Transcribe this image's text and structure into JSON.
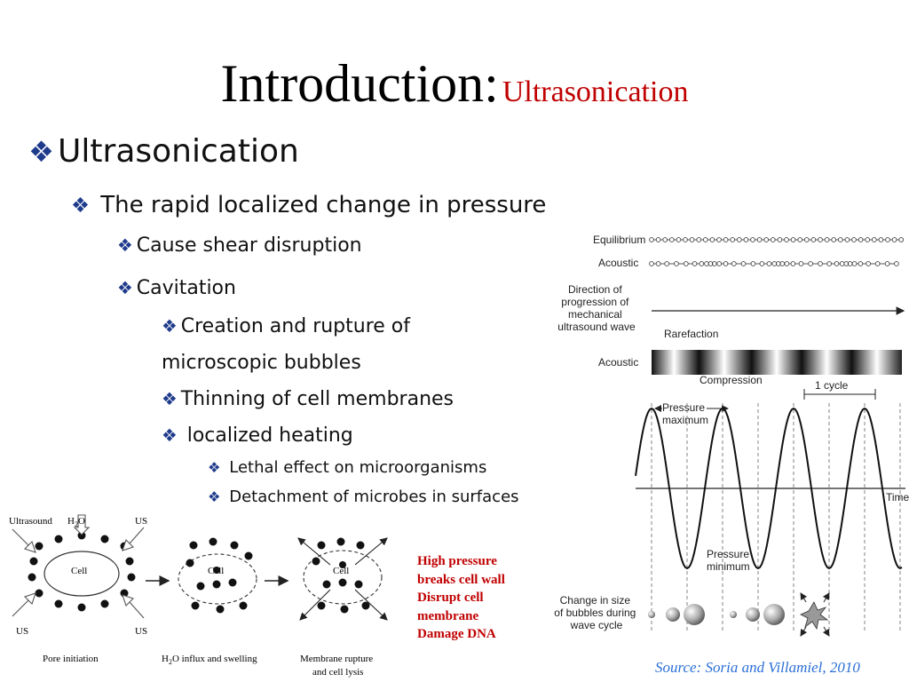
{
  "title": {
    "main": "Introduction:",
    "sub": "Ultrasonication"
  },
  "bullets": {
    "l1": "Ultrasonication",
    "l2": "The rapid localized change in pressure",
    "shear": "Cause shear disruption",
    "cavitation": "Cavitation",
    "creation_a": "Creation and rupture of",
    "creation_b": "microscopic bubbles",
    "thinning": "Thinning of cell membranes",
    "heating": "localized heating",
    "lethal": "Lethal effect on microorganisms",
    "detach": "Detachment of microbes in surfaces"
  },
  "cell_diagram": {
    "ultrasound": "Ultrasound",
    "h2o_top": "H",
    "h2o_sub": "2",
    "h2o_o": "O",
    "us": "US",
    "cell": "Cell",
    "pore": "Pore initiation",
    "influx_h": "H",
    "influx_sub": "2",
    "influx_rest": "O influx and swelling",
    "rupture_1": "Membrane rupture",
    "rupture_2": "and cell lysis"
  },
  "red_note": [
    "High pressure",
    "breaks cell wall",
    "Disrupt cell",
    "membrane",
    "Damage DNA"
  ],
  "wave_diagram": {
    "equilibrium": "Equilibrium",
    "acoustic": "Acoustic",
    "direction_lines": [
      "Direction of",
      "progression of",
      "mechanical",
      "ultrasound wave"
    ],
    "rarefaction": "Rarefaction",
    "acoustic2": "Acoustic",
    "compression": "Compression",
    "cycle": "1 cycle",
    "pmax_1": "Pressure",
    "pmax_2": "maximum",
    "time": "Time",
    "pmin_1": "Pressure",
    "pmin_2": "minimum",
    "bubbles_lines": [
      "Change in size",
      "of bubbles during",
      "wave cycle"
    ]
  },
  "source": "Source: Soria and Villamiel, 2010",
  "colors": {
    "title_accent": "#c00000",
    "bullet_diamond": "#1f3b8c",
    "source": "#2a6fd6"
  }
}
